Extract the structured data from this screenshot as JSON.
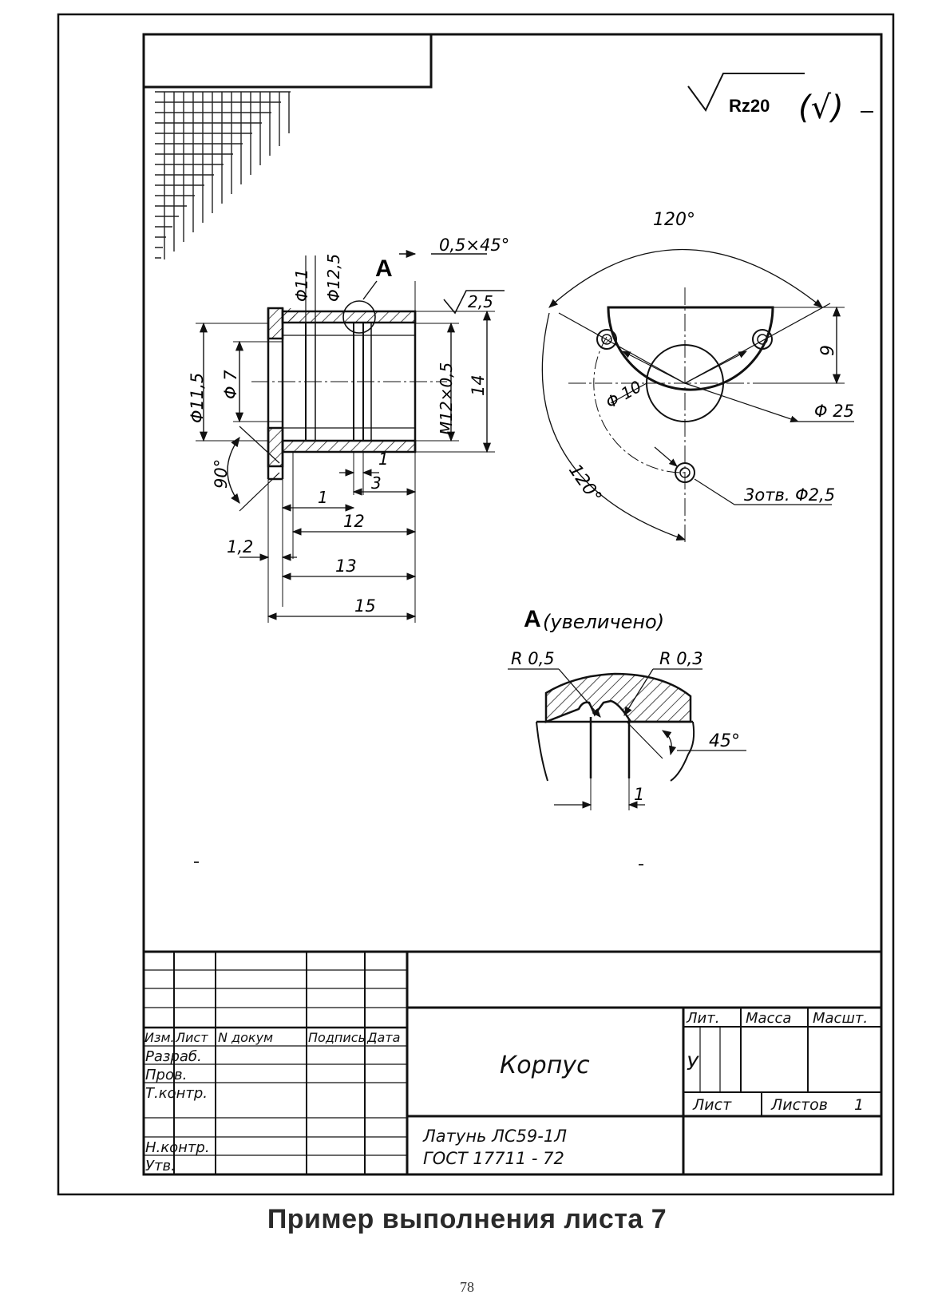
{
  "surface": {
    "symbol": "Rz20",
    "bracket": "(√)"
  },
  "dims": {
    "chamfer": "0,5×45°",
    "d11": "Φ11",
    "d12_5": "Φ12,5",
    "view_a": "А",
    "rough": "2,5",
    "d11_5": "Φ11,5",
    "d7": "Φ 7",
    "angle90": "90°",
    "thread": "M12×0,5",
    "h14": "14",
    "l1a": "1",
    "l3": "3",
    "l1b": "1",
    "l12": "12",
    "l1_2": "1,2",
    "l13": "13",
    "l15": "15"
  },
  "end_view": {
    "angle_top": "120°",
    "angle_bottom": "120°",
    "h9": "9",
    "d10": "Φ 10",
    "d25": "Φ 25",
    "holes": "3отв. Φ2,5"
  },
  "detail": {
    "title_letter": "А",
    "title_note": "(увеличено)",
    "r05": "R 0,5",
    "r03": "R 0,3",
    "angle45": "45°",
    "width1": "1"
  },
  "title_block": {
    "col_izm": "Изм.",
    "col_list": "Лист",
    "col_doc": "N докум",
    "col_sign": "Подпись",
    "col_date": "Дата",
    "row_razrab": "Разраб.",
    "row_prov": "Пров.",
    "row_tkontr": "Т.контр.",
    "row_nkontr": "Н.контр.",
    "row_utv": "Утв.",
    "name": "Корпус",
    "lit": "Лит.",
    "mass": "Масса",
    "scale": "Масшт.",
    "lit_value": "У",
    "sheet": "Лист",
    "sheets": "Листов",
    "sheets_value": "1",
    "material_line1": "Латунь  ЛС59-1Л",
    "material_line2": "ГОСТ  17711 - 72"
  },
  "caption": "Пример выполнения листа 7",
  "page_number": "78"
}
